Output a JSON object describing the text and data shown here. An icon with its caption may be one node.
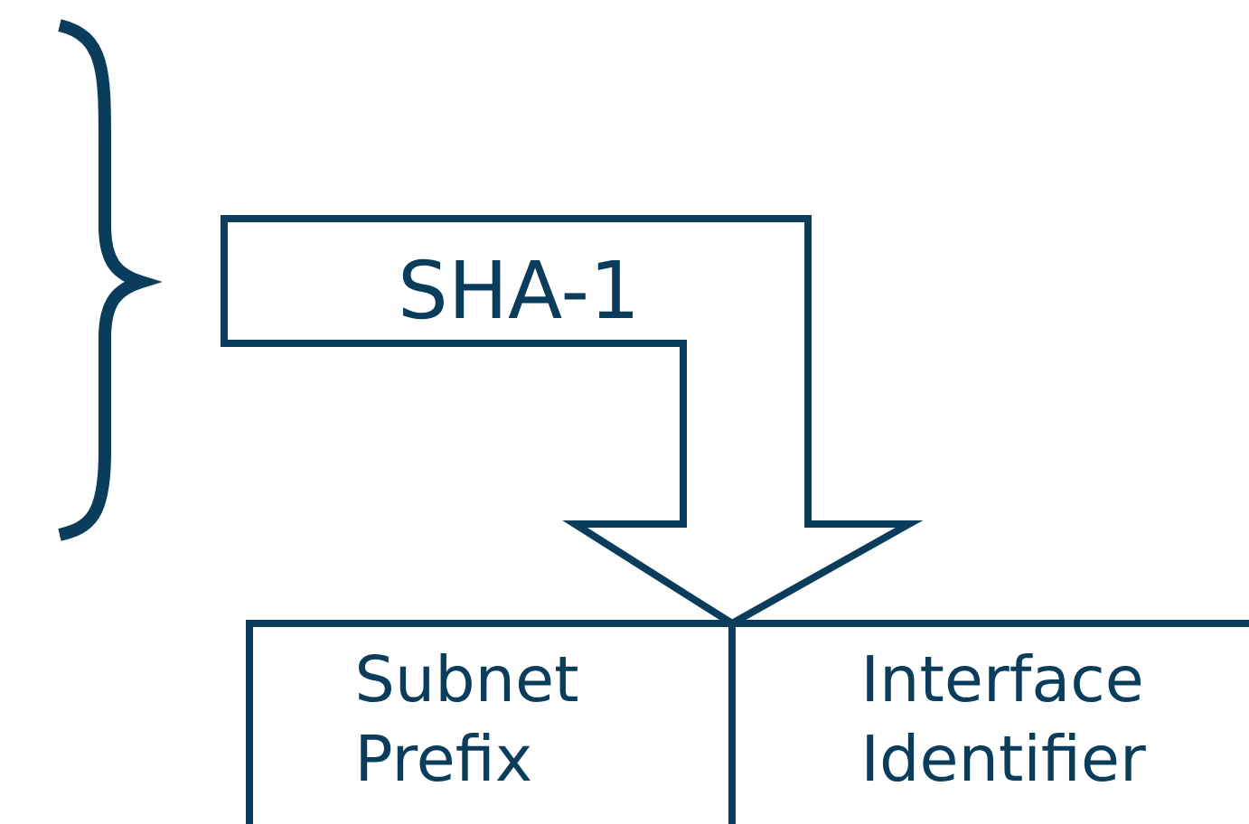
{
  "diagram": {
    "nodes": [
      {
        "text": [
          "SHA-1"
        ]
      },
      {
        "text": [
          "Subnet Prefix"
        ]
      },
      {
        "text": [
          "Interface Identifier"
        ]
      }
    ]
  }
}
